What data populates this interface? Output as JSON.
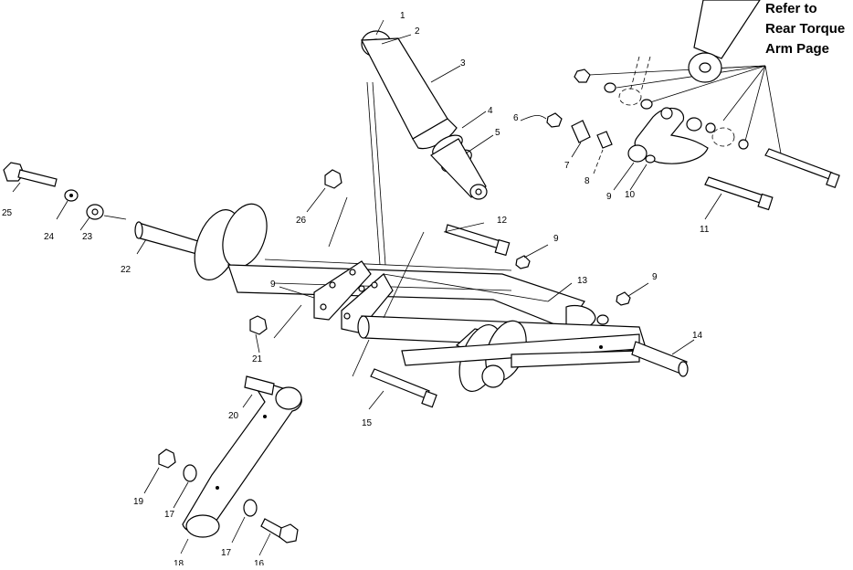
{
  "callout": {
    "line1": "Refer to",
    "line2": "Rear Torque",
    "line3": "Arm Page"
  },
  "parts": {
    "p1": "1",
    "p2": "2",
    "p3": "3",
    "p4": "4",
    "p5": "5",
    "p6": "6",
    "p7": "7",
    "p8": "8",
    "p9a": "9",
    "p9b": "9",
    "p9c": "9",
    "p9d": "9",
    "p10": "10",
    "p11": "11",
    "p12": "12",
    "p13": "13",
    "p14": "14",
    "p15": "15",
    "p16": "16",
    "p17a": "17",
    "p17b": "17",
    "p18": "18",
    "p19": "19",
    "p20": "20",
    "p21": "21",
    "p22": "22",
    "p23": "23",
    "p24": "24",
    "p25": "25",
    "p26": "26"
  }
}
